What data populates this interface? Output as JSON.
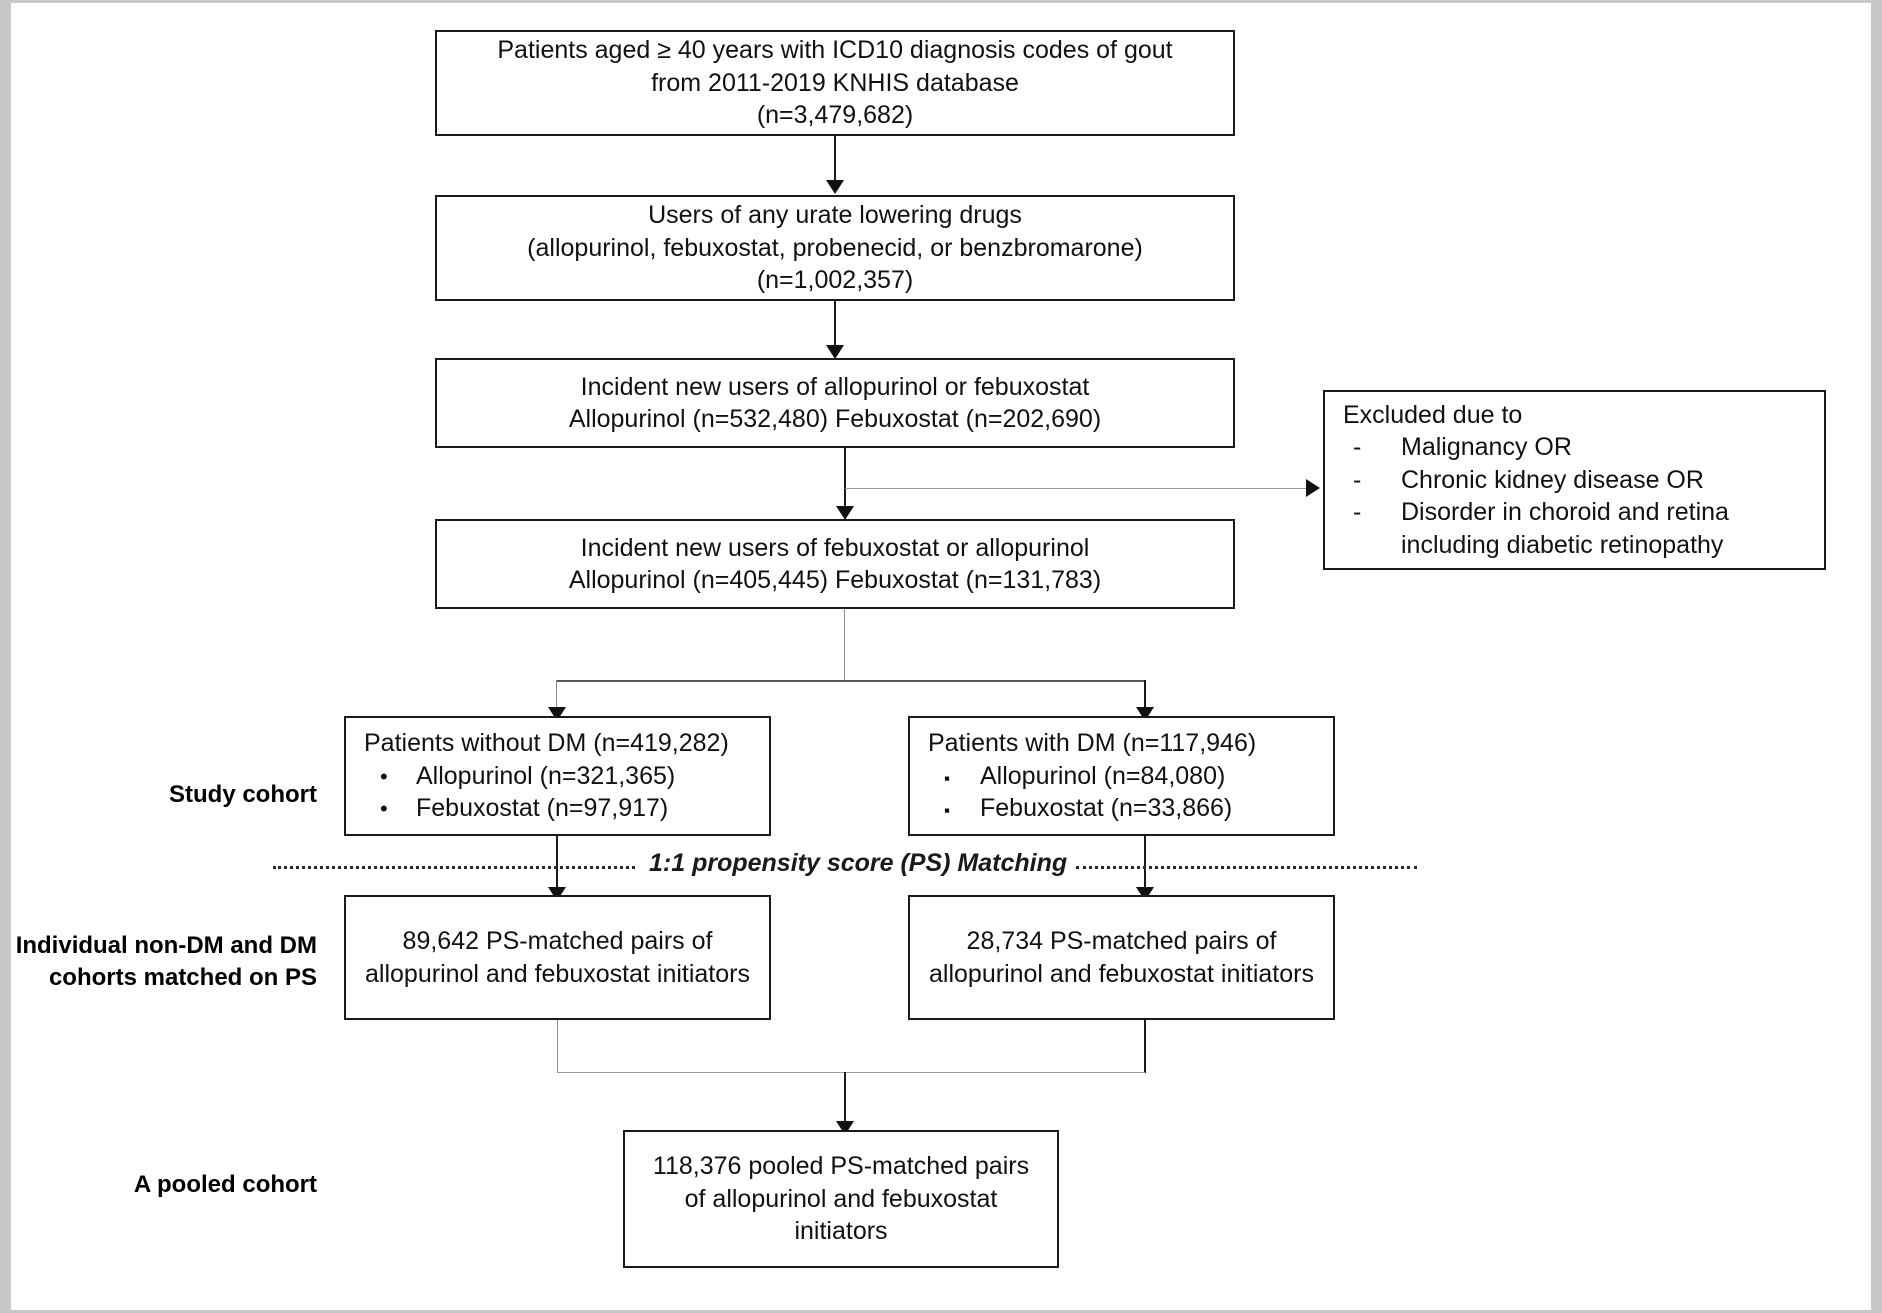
{
  "figure": {
    "type": "flowchart",
    "title": "Study cohort selection flow diagram"
  },
  "nodes": {
    "source_population": {
      "line1": "Patients aged ≥ 40 years with ICD10 diagnosis codes of gout",
      "line2": "from 2011-2019 KNHIS database",
      "line3": "(n=3,479,682)"
    },
    "uld_users": {
      "line1": "Users of any urate lowering drugs",
      "line2": "(allopurinol, febuxostat, probenecid, or benzbromarone)",
      "line3": "(n=1,002,357)"
    },
    "incident_users": {
      "line1": "Incident new users of allopurinol or febuxostat",
      "line2": "Allopurinol (n=532,480)  Febuxostat (n=202,690)"
    },
    "exclusions": {
      "heading": "Excluded due to",
      "dash": "-",
      "items": [
        "Malignancy OR",
        "Chronic kidney disease OR",
        "Disorder in  choroid and retina"
      ],
      "item3_continuation": "including diabetic retinopathy"
    },
    "incident_users_after_exclusion": {
      "line1": "Incident new users of febuxostat or allopurinol",
      "line2": "Allopurinol (n=405,445) Febuxostat (n=131,783)"
    },
    "non_dm_cohort": {
      "header": "Patients without DM (n=419,282)",
      "bullet": "•",
      "items": [
        "Allopurinol (n=321,365)",
        "Febuxostat (n=97,917)"
      ]
    },
    "dm_cohort": {
      "header": "Patients with DM (n=117,946)",
      "bullet": "▪",
      "items": [
        "Allopurinol (n=84,080)",
        "Febuxostat (n=33,866)"
      ]
    },
    "matching_label": "1:1 propensity score (PS) Matching",
    "non_dm_matched": {
      "line1": "89,642 PS-matched pairs of",
      "line2": "allopurinol and febuxostat initiators"
    },
    "dm_matched": {
      "line1": "28,734 PS-matched pairs of",
      "line2": "allopurinol and febuxostat initiators"
    },
    "pooled_cohort": {
      "line1": "118,376 pooled PS-matched pairs",
      "line2": "of allopurinol and febuxostat",
      "line3": "initiators"
    }
  },
  "side_labels": {
    "study_cohort": "Study cohort",
    "matched_cohorts_line1": "Individual non-DM and DM",
    "matched_cohorts_line2": "cohorts matched on PS",
    "pooled_cohort": "A pooled cohort"
  },
  "colors": {
    "border": "#1a1a1a",
    "text": "#111111",
    "connector": "#555555",
    "frame": "#c8c8c8",
    "background": "#ffffff"
  }
}
